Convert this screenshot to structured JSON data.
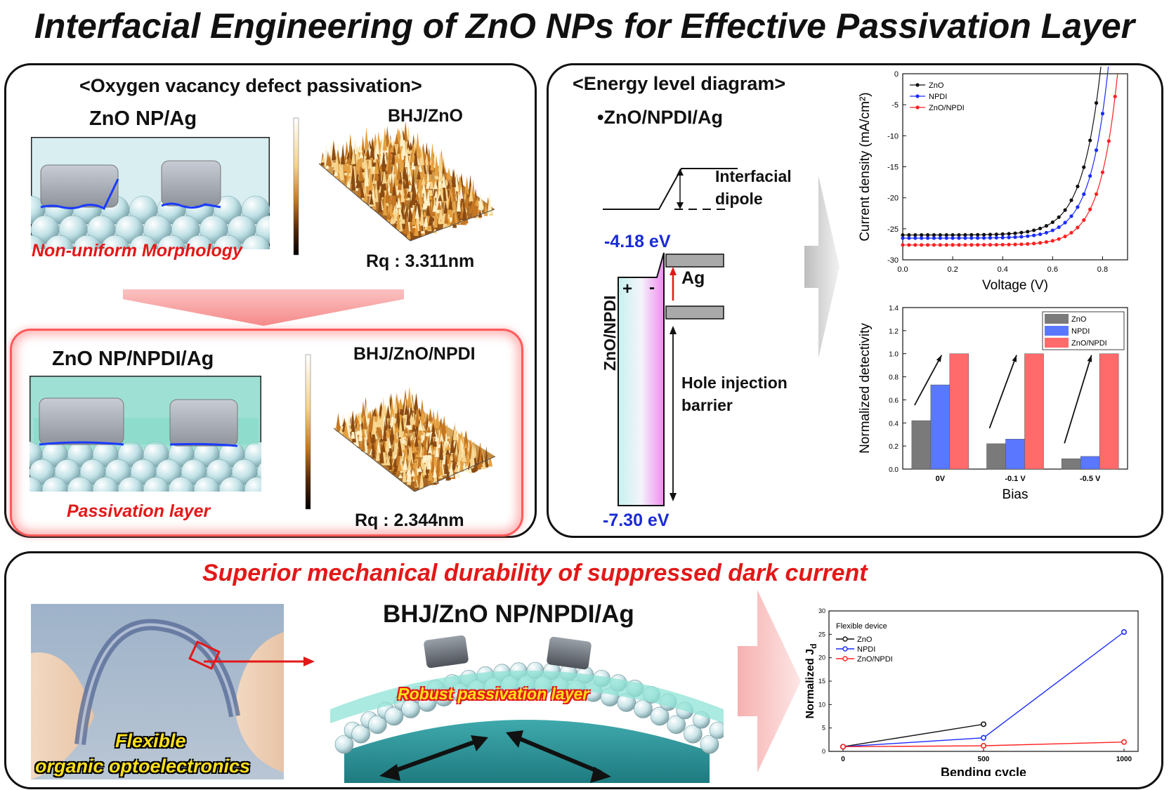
{
  "title": "Interfacial Engineering of ZnO NPs for Effective Passivation Layer",
  "passivation": {
    "header": "<Oxygen vacancy defect passivation>",
    "top": {
      "label": "ZnO NP/Ag",
      "afm_label": "BHJ/ZnO",
      "caption": "Non-uniform Morphology",
      "rq": "Rq : 3.311nm"
    },
    "bottom": {
      "label": "ZnO NP/NPDI/Ag",
      "afm_label": "BHJ/ZnO/NPDI",
      "caption": "Passivation layer",
      "rq": "Rq : 2.344nm"
    }
  },
  "energy": {
    "header": "<Energy level diagram>",
    "subtitle": "•ZnO/NPDI/Ag",
    "dipole_line1": "Interfacial",
    "dipole_line2": "dipole",
    "level_top": "-4.18 eV",
    "level_bottom": "-7.30 eV",
    "metal": "Ag",
    "layer": "ZnO/NPDI",
    "plus": "+",
    "minus": "-",
    "barrier_line1": "Hole injection",
    "barrier_line2": "barrier"
  },
  "chart_data": [
    {
      "type": "line",
      "xlabel": "Voltage (V)",
      "ylabel": "Current density (mA/cm²)",
      "xlim": [
        0.0,
        0.9
      ],
      "ylim": [
        -30,
        0
      ],
      "xticks": [
        "0.0",
        "0.2",
        "0.4",
        "0.6",
        "0.8"
      ],
      "yticks": [
        "0",
        "-5",
        "-10",
        "-15",
        "-20",
        "-25",
        "-30"
      ],
      "legend": "top-left",
      "series": [
        {
          "name": "ZnO",
          "color": "#111111",
          "jsc": -26.0,
          "voc": 0.79,
          "knee": 0.075
        },
        {
          "name": "NPDI",
          "color": "#1a2bff",
          "jsc": -26.5,
          "voc": 0.82,
          "knee": 0.072
        },
        {
          "name": "ZnO/NPDI",
          "color": "#ff2020",
          "jsc": -27.6,
          "voc": 0.86,
          "knee": 0.07
        }
      ]
    },
    {
      "type": "bar",
      "xlabel": "Bias",
      "ylabel": "Normalized detectivity",
      "categories": [
        "0V",
        "-0.1 V",
        "-0.5 V"
      ],
      "ylim": [
        0.0,
        1.4
      ],
      "yticks": [
        "0.0",
        "0.2",
        "0.4",
        "0.6",
        "0.8",
        "1.0",
        "1.2",
        "1.4"
      ],
      "legend": "top-right",
      "series": [
        {
          "name": "ZnO",
          "color": "#7a7a7a",
          "values": [
            0.42,
            0.22,
            0.09
          ]
        },
        {
          "name": "NPDI",
          "color": "#5a78ff",
          "values": [
            0.73,
            0.26,
            0.11
          ]
        },
        {
          "name": "ZnO/NPDI",
          "color": "#ff6a6a",
          "values": [
            1.0,
            1.0,
            1.0
          ]
        }
      ]
    },
    {
      "type": "line",
      "xlabel": "Bending cycle",
      "ylabel": "Normalized J",
      "ylabel_sub": "d",
      "x": [
        0,
        500,
        1000
      ],
      "xticks": [
        "0",
        "500",
        "1000"
      ],
      "ylim": [
        0,
        30
      ],
      "yticks": [
        "0",
        "5",
        "10",
        "15",
        "20",
        "25",
        "30"
      ],
      "legend_title": "Flexible device",
      "legend": "top-left",
      "series": [
        {
          "name": "ZnO",
          "color": "#111111",
          "x": [
            0,
            500
          ],
          "values": [
            1.0,
            5.8
          ]
        },
        {
          "name": "NPDI",
          "color": "#1a2bff",
          "x": [
            0,
            500,
            1000
          ],
          "values": [
            1.0,
            2.9,
            25.5
          ]
        },
        {
          "name": "ZnO/NPDI",
          "color": "#ff2020",
          "x": [
            0,
            500,
            1000
          ],
          "values": [
            1.0,
            1.2,
            2.0
          ]
        }
      ]
    }
  ],
  "durability": {
    "title": "Superior mechanical durability of suppressed dark current",
    "device": "BHJ/ZnO NP/NPDI/Ag",
    "photo_line1": "Flexible",
    "photo_line2": "organic optoelectronics",
    "robust": "Robust passivation layer"
  }
}
